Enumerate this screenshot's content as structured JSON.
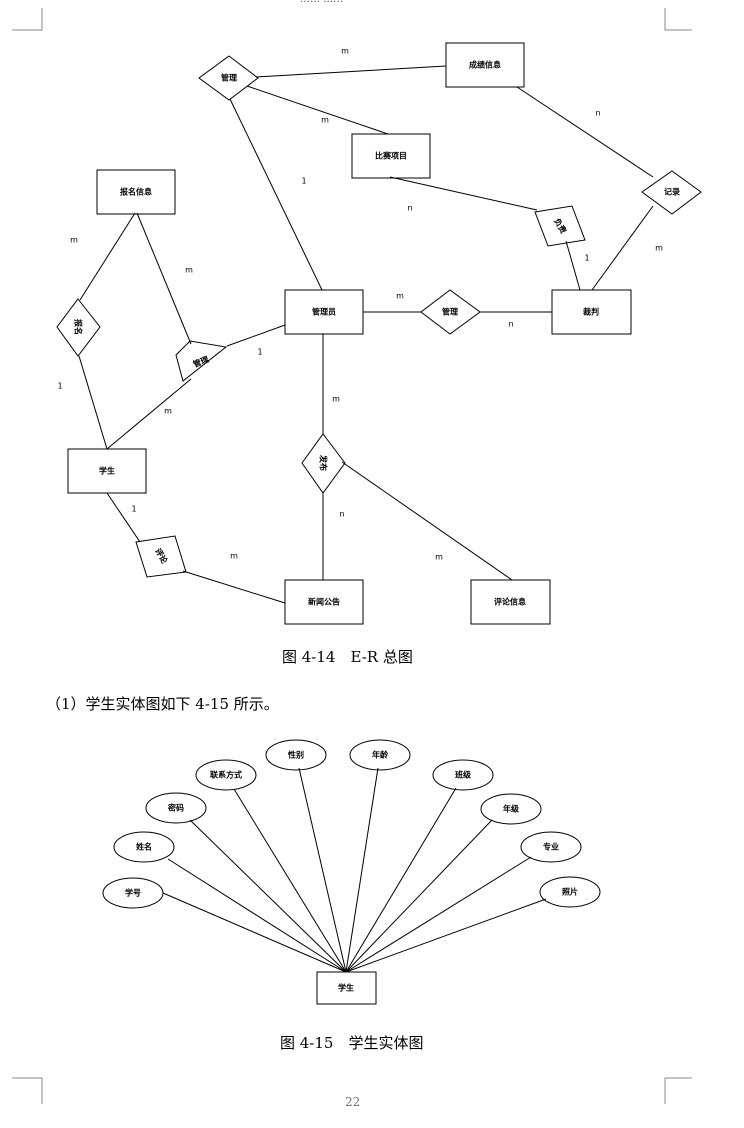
{
  "header_fragment": "…… ……",
  "er_diagram": {
    "entities": {
      "score_info": "成绩信息",
      "competition_item": "比赛项目",
      "registration_info": "报名信息",
      "administrator": "管理员",
      "referee": "裁判",
      "student": "学生",
      "news": "新闻公告",
      "comment_info": "评论信息"
    },
    "relationships": {
      "manage_top": "管理",
      "manage_left": "管理",
      "manage_mid": "管理",
      "responsible": "负责",
      "record": "记录",
      "register": "报名",
      "comment": "评论",
      "publish": "发布"
    },
    "cardinalities": {
      "c1": "m",
      "c2": "m",
      "c3": "n",
      "c4": "1",
      "c5": "n",
      "c6": "m",
      "c7": "1",
      "c8": "m",
      "c9": "m",
      "c10": "1",
      "c11": "1",
      "c12": "m",
      "c13": "m",
      "c14": "n",
      "c15": "m",
      "c16": "n",
      "c17": "m",
      "c18": "1",
      "c19": "m"
    }
  },
  "caption1": "图 4-14　E-R 总图",
  "paragraph": "（1）学生实体图如下 4-15 所示。",
  "student_diagram": {
    "entity": "学生",
    "attributes": {
      "student_no": "学号",
      "name": "姓名",
      "password": "密码",
      "contact": "联系方式",
      "gender": "性别",
      "age": "年龄",
      "class": "班级",
      "grade": "年级",
      "major": "专业",
      "photo": "照片"
    }
  },
  "caption2": "图 4-15　学生实体图",
  "page_number": "22"
}
